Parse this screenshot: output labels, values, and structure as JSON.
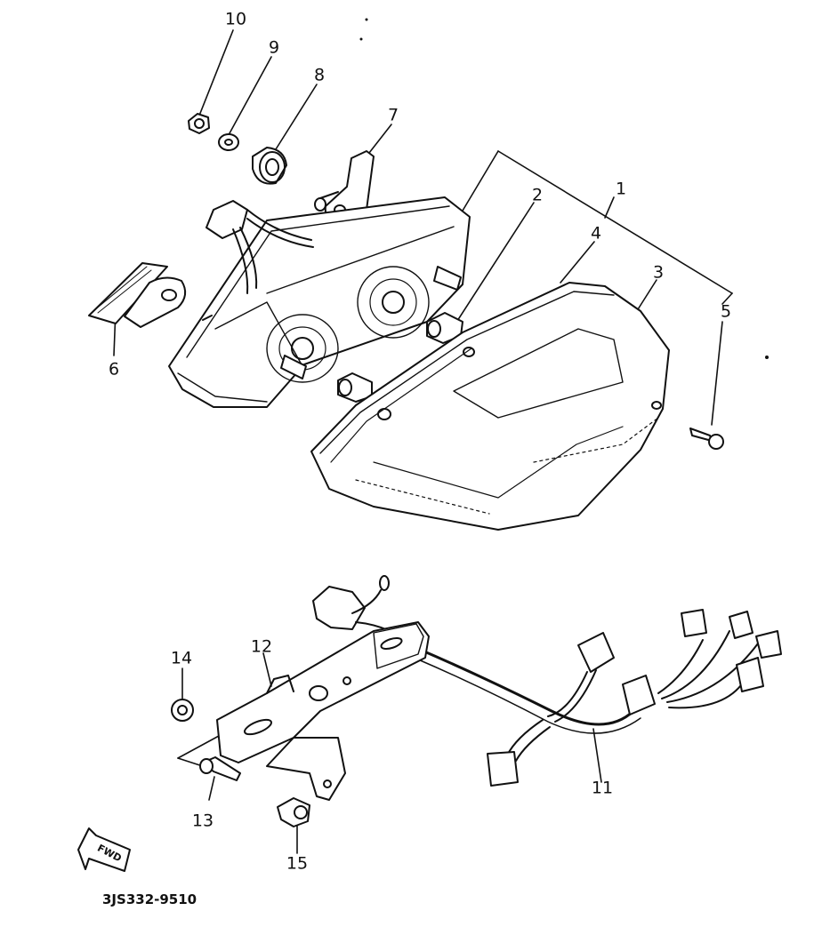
{
  "part_labels": {
    "p1": "1",
    "p2": "2",
    "p3": "3",
    "p4": "4",
    "p5": "5",
    "p6": "6",
    "p7": "7",
    "p8": "8",
    "p9": "9",
    "p10": "10",
    "p11": "11",
    "p12": "12",
    "p13": "13",
    "p14": "14",
    "p15": "15"
  },
  "fwd_arrow_text": "FWD",
  "drawing_code": "3JS332-9510"
}
